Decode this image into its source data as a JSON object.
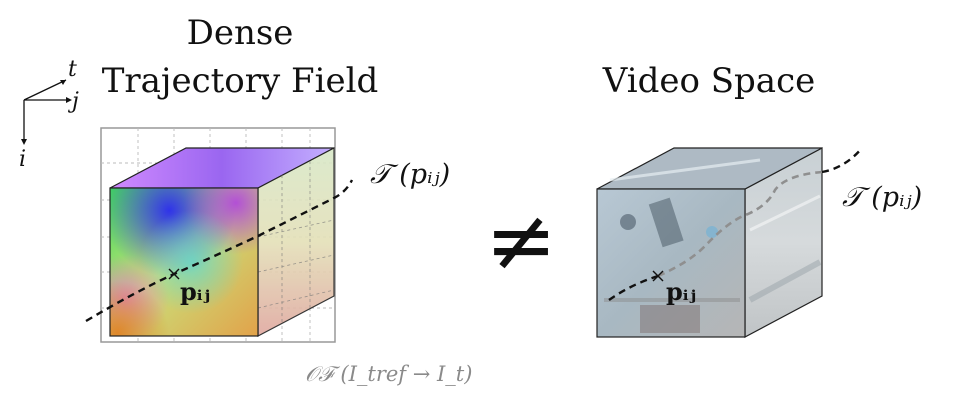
{
  "titles": {
    "left_line1": "Dense",
    "left_line2": "Trajectory Field",
    "right": "Video Space"
  },
  "axes": {
    "t": "t",
    "j": "j",
    "i": "i"
  },
  "labels": {
    "trajectory_left": "𝒯 (pᵢⱼ)",
    "trajectory_right": "𝒯 (pᵢⱼ)",
    "point_left": "pᵢⱼ",
    "point_right": "pᵢⱼ",
    "not_equal": "≠",
    "optical_flow": "𝒪ℱ (I_tref → I_t)"
  },
  "colors": {
    "trajectory": "#111111",
    "grid": "#999999",
    "flow_label": "#8a8a8a"
  }
}
